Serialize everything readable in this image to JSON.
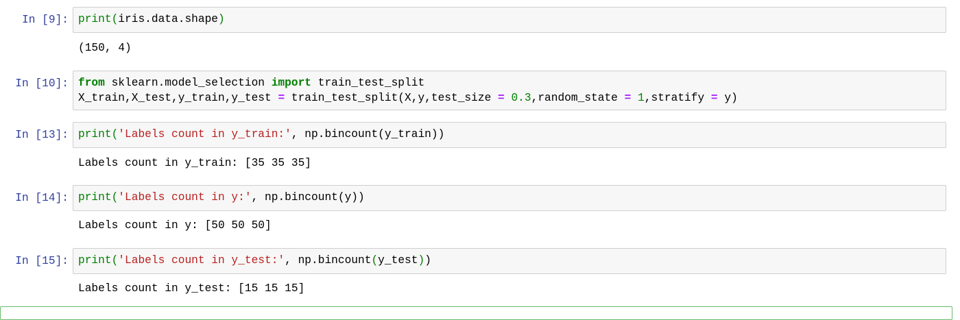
{
  "notebook": {
    "cells": [
      {
        "prompt": "In [9]:",
        "code": {
          "line0": {
            "t0": "print",
            "t1": "(",
            "t2": "iris.data.shape",
            "t3": ")"
          }
        },
        "output": "(150, 4)"
      },
      {
        "prompt": "In [10]:",
        "code": {
          "line0": {
            "t0": "from",
            "t1": " sklearn.model_selection ",
            "t2": "import",
            "t3": " train_test_split"
          },
          "line1": {
            "t0": "X_train,X_test,y_train,y_test ",
            "t1": "=",
            "t2": " train_test_split(X,y,test_size ",
            "t3": "=",
            "t4": " ",
            "t5": "0.3",
            "t6": ",random_state ",
            "t7": "=",
            "t8": " ",
            "t9": "1",
            "t10": ",stratify ",
            "t11": "=",
            "t12": " y)"
          }
        },
        "output": ""
      },
      {
        "prompt": "In [13]:",
        "code": {
          "line0": {
            "t0": "print",
            "t1": "(",
            "t2": "'Labels count in y_train:'",
            "t3": ", np.bincount(y_train))"
          }
        },
        "output": "Labels count in y_train: [35 35 35]"
      },
      {
        "prompt": "In [14]:",
        "code": {
          "line0": {
            "t0": "print",
            "t1": "(",
            "t2": "'Labels count in y:'",
            "t3": ", np.bincount(y))"
          }
        },
        "output": "Labels count in y: [50 50 50]"
      },
      {
        "prompt": "In [15]:",
        "code": {
          "line0": {
            "t0": "print",
            "t1": "(",
            "t2": "'Labels count in y_test:'",
            "t3": ", np.bincount",
            "t4": "(",
            "t5": "y_test",
            "t6": ")",
            "t7": ")"
          }
        },
        "output": "Labels count in y_test: [15 15 15]"
      }
    ],
    "colors": {
      "prompt": "#303F9F",
      "keyword": "#008000",
      "string": "#BA2121",
      "operator": "#AA22FF",
      "number": "#008000",
      "input_bg": "#f7f7f7",
      "input_border": "#cfcfcf",
      "active_cell_border": "#66BB6A"
    }
  }
}
